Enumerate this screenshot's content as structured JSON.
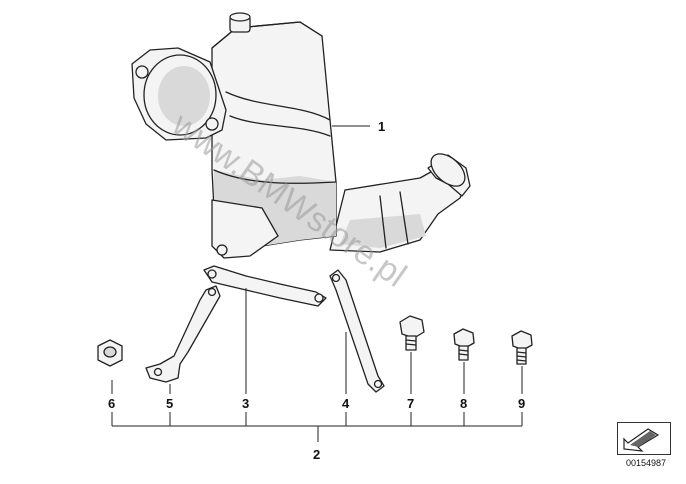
{
  "watermark": "www.BMWstore.pl",
  "catalog_number": "00154987",
  "callouts": [
    "1",
    "2",
    "3",
    "4",
    "5",
    "6",
    "7",
    "8",
    "9"
  ],
  "parts": [
    {
      "id": "1",
      "name": "catalytic-converter"
    },
    {
      "id": "2",
      "name": "mounting-kit"
    },
    {
      "id": "3",
      "name": "bracket-long"
    },
    {
      "id": "4",
      "name": "support-strap"
    },
    {
      "id": "5",
      "name": "support-bracket-offset"
    },
    {
      "id": "6",
      "name": "hex-nut"
    },
    {
      "id": "7",
      "name": "hex-bolt-large"
    },
    {
      "id": "8",
      "name": "hex-bolt-medium"
    },
    {
      "id": "9",
      "name": "hex-bolt-small"
    }
  ],
  "nav_icon": "arrow-navigation-icon"
}
